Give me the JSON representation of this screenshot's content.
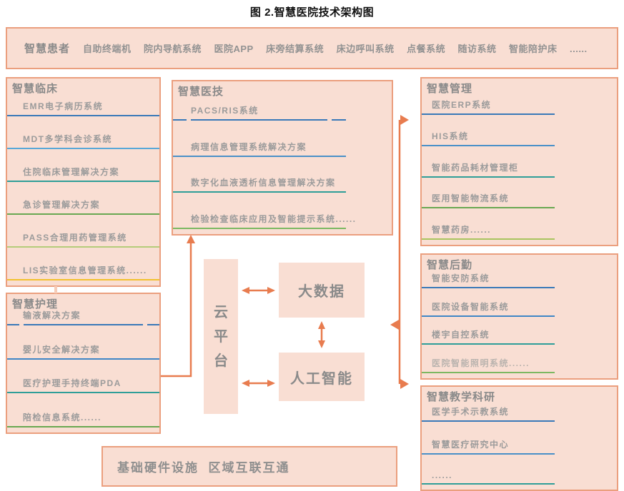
{
  "title": "图 2.智慧医院技术架构图",
  "colors": {
    "fill": "#f9ded3",
    "border": "#eb9f7e",
    "arrow": "#e87c4f",
    "heading": "#8a8a8a",
    "text": "#9b9b9b"
  },
  "patient_bar": {
    "heading": "智慧患者",
    "items": [
      "自助终端机",
      "院内导航系统",
      "医院APP",
      "床旁结算系统",
      "床边呼叫系统",
      "点餐系统",
      "随访系统",
      "智能陪护床",
      "......"
    ]
  },
  "boxes": {
    "clinical": {
      "heading": "智慧临床",
      "items": [
        {
          "label": "EMR电子病历系统",
          "color": "#3a79b8"
        },
        {
          "label": "MDT多学科会诊系统",
          "color": "#58a8d8"
        },
        {
          "label": "住院临床管理解决方案",
          "color": "#2f9e98"
        },
        {
          "label": "急诊管理解决方案",
          "color": "#69a851"
        },
        {
          "label": "PASS合理用药管理系统",
          "color": "#b5cc7a"
        },
        {
          "label": "LIS实验室信息管理系统......",
          "color": "#f2c12e"
        }
      ]
    },
    "nursing": {
      "heading": "智慧护理",
      "items": [
        {
          "label": "输液解决方案",
          "color": "#3a79b8",
          "gap": true
        },
        {
          "label": "婴儿安全解决方案",
          "color": "#3f86c6"
        },
        {
          "label": "医疗护理手持终端PDA",
          "color": "#2f9e98"
        },
        {
          "label": "陪检信息系统......",
          "color": "#69a851"
        }
      ]
    },
    "medtech": {
      "heading": "智慧医技",
      "items": [
        {
          "label": "PACS/RIS系统",
          "color": "#3a79b8",
          "gap": true
        },
        {
          "label": "病理信息管理系统解决方案",
          "color": "#4a90c8"
        },
        {
          "label": "数字化血液透析信息管理解决方案",
          "color": "#2f9e98"
        },
        {
          "label": "检验检查临床应用及智能提示系统......",
          "color": "#7cb861"
        }
      ]
    },
    "management": {
      "heading": "智慧管理",
      "items": [
        {
          "label": "医院ERP系统",
          "color": "#3a79b8"
        },
        {
          "label": "HIS系统",
          "color": "#4a90c8"
        },
        {
          "label": "智能药品耗材管理柜",
          "color": "#2f9e98"
        },
        {
          "label": "医用智能物流系统",
          "color": "#69a851"
        },
        {
          "label": "智慧药房......",
          "color": "#a9c45f"
        }
      ]
    },
    "logistics": {
      "heading": "智慧后勤",
      "items": [
        {
          "label": "智能安防系统",
          "color": "#3a79b8"
        },
        {
          "label": "医院设备智能系统",
          "color": "#3f86c6"
        },
        {
          "label": "楼宇自控系统",
          "color": "#2f9e98"
        },
        {
          "label": "医院智能照明系统......",
          "color": "#7cb861",
          "muted": true
        }
      ]
    },
    "research": {
      "heading": "智慧教学科研",
      "items": [
        {
          "label": "医学手术示教系统",
          "color": "#3a79b8"
        },
        {
          "label": "智慧医疗研究中心",
          "color": "#4a90c8"
        },
        {
          "label": "......",
          "color": "#2f9e98"
        }
      ]
    }
  },
  "core": {
    "cloud": "云平台",
    "bigdata": "大数据",
    "ai": "人工智能"
  },
  "foundation": "基础硬件设施  区域互联互通"
}
